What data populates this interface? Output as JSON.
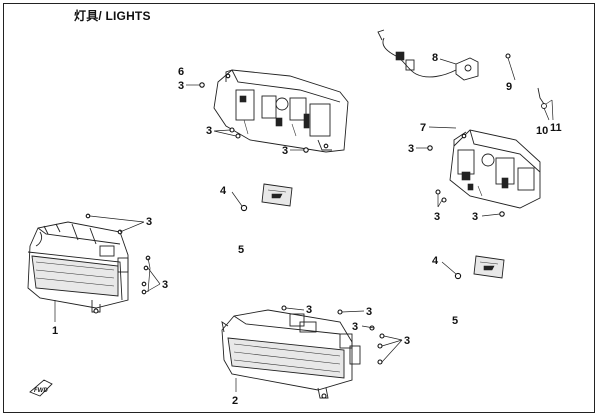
{
  "header": {
    "title": "灯具/ LIGHTS"
  },
  "corner_badge": "FWD",
  "callouts": [
    {
      "id": "c1",
      "text": "1"
    },
    {
      "id": "c2",
      "text": "2"
    },
    {
      "id": "c3a",
      "text": "3"
    },
    {
      "id": "c3b",
      "text": "3"
    },
    {
      "id": "c3c",
      "text": "3"
    },
    {
      "id": "c3d",
      "text": "3"
    },
    {
      "id": "c3e",
      "text": "3"
    },
    {
      "id": "c3f",
      "text": "3"
    },
    {
      "id": "c3g",
      "text": "3"
    },
    {
      "id": "c3h",
      "text": "3"
    },
    {
      "id": "c3i",
      "text": "3"
    },
    {
      "id": "c3j",
      "text": "3"
    },
    {
      "id": "c3k",
      "text": "3"
    },
    {
      "id": "c3l",
      "text": "3"
    },
    {
      "id": "c4a",
      "text": "4"
    },
    {
      "id": "c4b",
      "text": "4"
    },
    {
      "id": "c5a",
      "text": "5"
    },
    {
      "id": "c5b",
      "text": "5"
    },
    {
      "id": "c6",
      "text": "6"
    },
    {
      "id": "c7",
      "text": "7"
    },
    {
      "id": "c8",
      "text": "8"
    },
    {
      "id": "c9",
      "text": "9"
    },
    {
      "id": "c10",
      "text": "10"
    },
    {
      "id": "c11",
      "text": "11"
    }
  ]
}
